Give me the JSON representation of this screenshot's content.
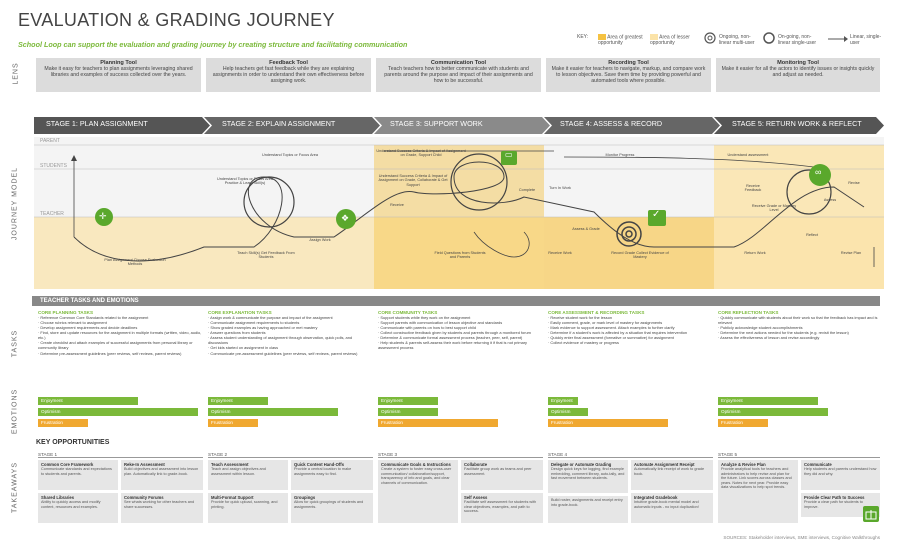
{
  "header": {
    "title": "EVALUATION & GRADING JOURNEY",
    "subtitle": "School Loop can support the evaluation and grading journey by creating structure and facilitating communication"
  },
  "key": {
    "label": "KEY:",
    "greatest": "Area of greatest opportunity",
    "lesser": "Area of lesser opportunity",
    "ongoing_multi": "Ongoing, non-linear multi-user",
    "ongoing_single": "On-going, non-linear single-user",
    "linear": "Linear, single-user",
    "colors": {
      "greatest": "#f5c242",
      "lesser": "#fbe3a8",
      "stage": "#555555",
      "accent": "#7bb93a"
    }
  },
  "side_labels": {
    "lens": "LENS",
    "journey": "JOURNEY MODEL",
    "tasks": "TASKS",
    "emotions": "EMOTIONS",
    "takeaways": "TAKEAWAYS"
  },
  "lens": [
    {
      "title": "Planning Tool",
      "desc": "Make it easy for teachers to plan assignments leveraging shared libraries and examples of success collected over the years."
    },
    {
      "title": "Feedback Tool",
      "desc": "Help teachers get fast feedback while they are explaining assignments in order to understand their own effectiveness before assigning work."
    },
    {
      "title": "Communication Tool",
      "desc": "Teach teachers how to better communicate with students and parents around the purpose and impact of their assignments and how to be successful."
    },
    {
      "title": "Recording Tool",
      "desc": "Make it easier for teachers to navigate, markup, and compare work to lesson objectives. Save them time by providing powerful and automated tools where possible."
    },
    {
      "title": "Monitoring Tool",
      "desc": "Make it easier for all the actors to identify issues or insights quickly and adjust as needed."
    }
  ],
  "stages": [
    "STAGE 1: PLAN ASSIGNMENT",
    "STAGE 2: EXPLAIN ASSIGNMENT",
    "STAGE 3: SUPPORT WORK",
    "STAGE 4: ASSESS & RECORD",
    "STAGE 5: RETURN WORK & REFLECT"
  ],
  "zones": {
    "parent": "PARENT",
    "students": "STUDENTS",
    "teacher": "TEACHER"
  },
  "journey": {
    "n1": "Understand Topics or Focus Area",
    "n2": "Understand Success Criteria & Impact of Assignment on Grade, Support Child",
    "n3": "Monitor Progress",
    "n4": "Understand assessment",
    "n5": "Understand Topics or Focus Area Practice & Learn Skill(s)",
    "n6": "Understand Success Criteria & Impact of Assignment on Grade, Collaborate & Get Support",
    "n7": "Complete",
    "n8": "Turn In Work",
    "n9": "Receive Feedback",
    "n10": "Revise",
    "n11": "Receive Grade or Mastery Level",
    "n12": "Assess",
    "n13": "Receive",
    "n14": "Assign Work",
    "n15": "Assess & Grade",
    "n16": "Reflect",
    "n17": "Plan Assignment Choose Evaluation Methods",
    "n18": "Teach Skill(s) Get Feedback From Students",
    "n19": "Field Questions from Students and Parents",
    "n20": "Receive Work",
    "n21": "Record Grade Collect Evidence of Mastery",
    "n22": "Return Work",
    "n23": "Revise Plan"
  },
  "tasks": {
    "header": "TEACHER TASKS AND EMOTIONS",
    "columns": [
      {
        "title": "CORE PLANNING TASKS",
        "items": [
          "Reference Common Core Standards related to the assignment",
          "Choose rubrics relevant to assignment",
          "Develop assignment requirements and decide deadlines",
          "Find, store and update resources for the assignment in multiple formats (written, video, audio, etc.)",
          "Create checklist and attach examples of successful assignments from personal library or community library",
          "Determine pre-assessment guidelines (peer reviews, self reviews, parent reviews)"
        ]
      },
      {
        "title": "CORE EXPLANATION TASKS",
        "items": [
          "Assign work & communicate the purpose and impact of the assignment",
          "Communicate assignment requirements to students",
          "Show graded examples as having approached or met mastery",
          "Answer questions from students",
          "Assess student understanding of assignment through observation, quick polls, and discussions",
          "Get kids started on assignment in class",
          "Communicate pre-assessment guidelines (peer reviews, self reviews, parent reviews)"
        ]
      },
      {
        "title": "CORE COMMUNITY TASKS",
        "items": [
          "Support students while they work on the assignment",
          "Support parents with communication of lesson objective and standards",
          "Communicate with parents on how to best support child",
          "Collect constructive feedback given by students and parents through a monitored forum",
          "Determine & communicate formal assessment process (teacher, peer, self, parent)",
          "Help students & parents self-assess their work before returning it if that is not primary assessment process"
        ]
      },
      {
        "title": "CORE ASSESSMENT & RECORDING TASKS",
        "items": [
          "Receive student work for the lesson",
          "Easily comment, grade, or mark level of mastery for assignments",
          "Mark evidence to support assessment. Attach examples to further clarify",
          "Determine if a student's work is affected by a situation that requires intervention",
          "Quickly enter final assessment (formative or summative) for assignment",
          "Collect evidence of mastery or progress"
        ]
      },
      {
        "title": "CORE REFLECTION TASKS",
        "items": [
          "Quickly communicate with students about their work so that the feedback has impact and is relevant",
          "Publicly acknowledge student accomplishments",
          "Determine the next actions needed for the students (e.g. revisit the lesson)",
          "Assess the effectiveness of lesson and revise accordingly"
        ]
      }
    ]
  },
  "emotions": {
    "enjoyment": "Enjoyment",
    "optimism": "Optimism",
    "frustration": "Frustration"
  },
  "opportunities": {
    "title": "KEY OPPORTUNITIES",
    "stages": [
      {
        "label": "STAGE 1",
        "items": [
          {
            "h": "Common Core Framework",
            "d": "Communicate standards and expectations to students and parents."
          },
          {
            "h": "Reke-In Assessment",
            "d": "Build objectives and assessment into lesson plan. Automatically link to grade-book."
          },
          {
            "h": "Shared Libraries",
            "d": "Ability to quickly access and modify content, resources and examples."
          },
          {
            "h": "Community Forums",
            "d": "See whats working for other teachers and share successes."
          }
        ]
      },
      {
        "label": "STAGE 2",
        "items": [
          {
            "h": "Teach Assessment",
            "d": "Teach and assign objectives and assessment within lesson."
          },
          {
            "h": "Quick Content Hand-Offs",
            "d": "Provide a central location to make assignments easy to find."
          },
          {
            "h": "Multi-Format Support",
            "d": "Provide for quick upload, scanning, and printing."
          },
          {
            "h": "Groupings",
            "d": "Allow for quick groupings of students and assignments."
          }
        ]
      },
      {
        "label": "STAGE 3",
        "items": [
          {
            "h": "Communicate Goals & Instructions",
            "d": "Create a system to foster easy cross-user communication/ collaboration/support, transparency of info and goals, and clear channels of communication."
          },
          {
            "h": "Collaborate",
            "d": "Facilitate group work as teams and peer assessment."
          },
          {
            "h": "Self Assess",
            "d": "Facilitate self assessment for students with clear objectives, examples, and path to success."
          }
        ]
      },
      {
        "label": "STAGE 4",
        "items": [
          {
            "h": "Delegate or Automate Grading",
            "d": "Design quick keys for logging, find example embedding, comment library, auto-tally, and fast movement between students."
          },
          {
            "h": "Automate Assignment Receipt",
            "d": "Automatically link receipt of work to grade book."
          },
          {
            "h": "Build roster, assignments and receipt entry into grade-book.",
            "d": ""
          },
          {
            "h": "Integrated Gradebook",
            "d": "Intuitive grade-book mental model and automatic inputs - no input duplication!"
          }
        ]
      },
      {
        "label": "STAGE 5",
        "items": [
          {
            "h": "Analyze & Revise Plan",
            "d": "Provide analytical tools for teachers and administrators to help revise and plan for the future. Link scores across classes and years. Notes for next year. Provide easy data visualizations to help spot trends."
          },
          {
            "h": "Communicate",
            "d": "Help students and parents understand how they did and why."
          },
          {
            "h": "Provide Clear Path to Success",
            "d": "Provide a clear path for students to improve."
          }
        ]
      }
    ]
  },
  "sources": "SOURCES: Stakeholder interviews, SME interviews, Cognitive Walkthroughs"
}
